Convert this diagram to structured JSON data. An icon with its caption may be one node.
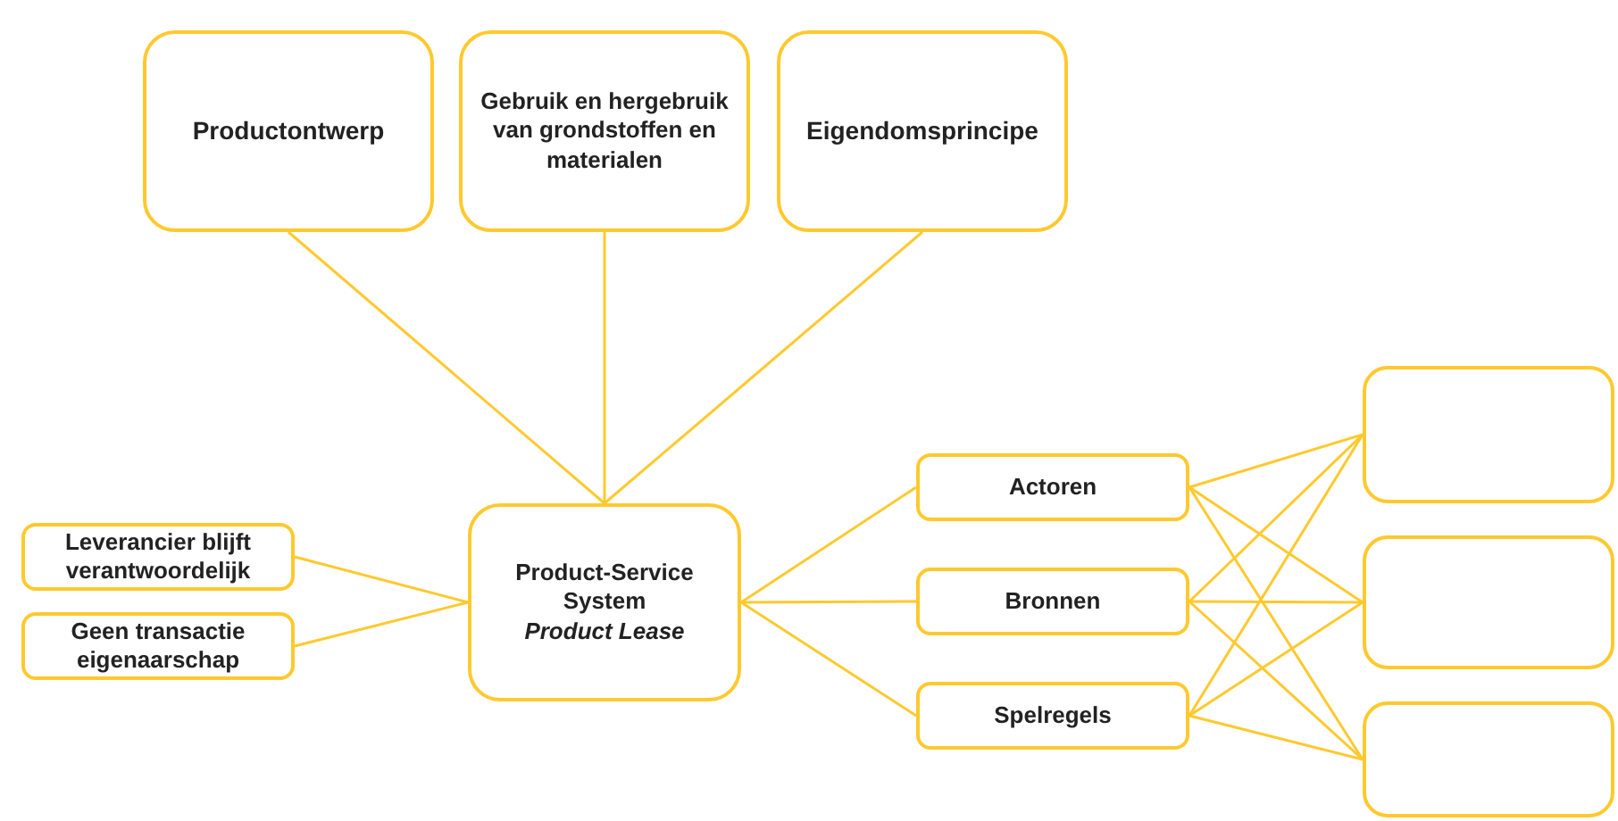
{
  "diagram": {
    "nodes": [
      {
        "text": [
          "Productontwerp"
        ]
      },
      {
        "text": [
          "Gebruik en hergebruik van grondstoffen en materialen"
        ]
      },
      {
        "text": [
          "Eigendomsprincipe"
        ]
      },
      {
        "text": [
          "Product-Service System",
          "Product Lease"
        ]
      },
      {
        "text": [
          "Leverancier blijft verantwoordelijk"
        ]
      },
      {
        "text": [
          "Geen transactie eigenaarschap"
        ]
      },
      {
        "text": [
          "Actoren"
        ]
      },
      {
        "text": [
          "Bronnen"
        ]
      },
      {
        "text": [
          "Spelregels"
        ]
      },
      {
        "text": [],
        "shape": "box"
      },
      {
        "text": [],
        "shape": "box"
      },
      {
        "text": [],
        "shape": "box"
      }
    ],
    "edges": [
      {
        "from": 0,
        "to": 3,
        "arrow": "none"
      },
      {
        "from": 1,
        "to": 3,
        "arrow": "none"
      },
      {
        "from": 2,
        "to": 3,
        "arrow": "none"
      },
      {
        "from": 4,
        "to": 3,
        "arrow": "none"
      },
      {
        "from": 5,
        "to": 3,
        "arrow": "none"
      },
      {
        "from": 3,
        "to": 6,
        "arrow": "none"
      },
      {
        "from": 3,
        "to": 7,
        "arrow": "none"
      },
      {
        "from": 3,
        "to": 8,
        "arrow": "none"
      },
      {
        "from": 6,
        "to": 9,
        "arrow": "none"
      },
      {
        "from": 6,
        "to": 10,
        "arrow": "none"
      },
      {
        "from": 6,
        "to": 11,
        "arrow": "none"
      },
      {
        "from": 7,
        "to": 9,
        "arrow": "none"
      },
      {
        "from": 7,
        "to": 10,
        "arrow": "none"
      },
      {
        "from": 7,
        "to": 11,
        "arrow": "none"
      },
      {
        "from": 8,
        "to": 9,
        "arrow": "none"
      },
      {
        "from": 8,
        "to": 10,
        "arrow": "none"
      },
      {
        "from": 8,
        "to": 11,
        "arrow": "none"
      }
    ]
  }
}
